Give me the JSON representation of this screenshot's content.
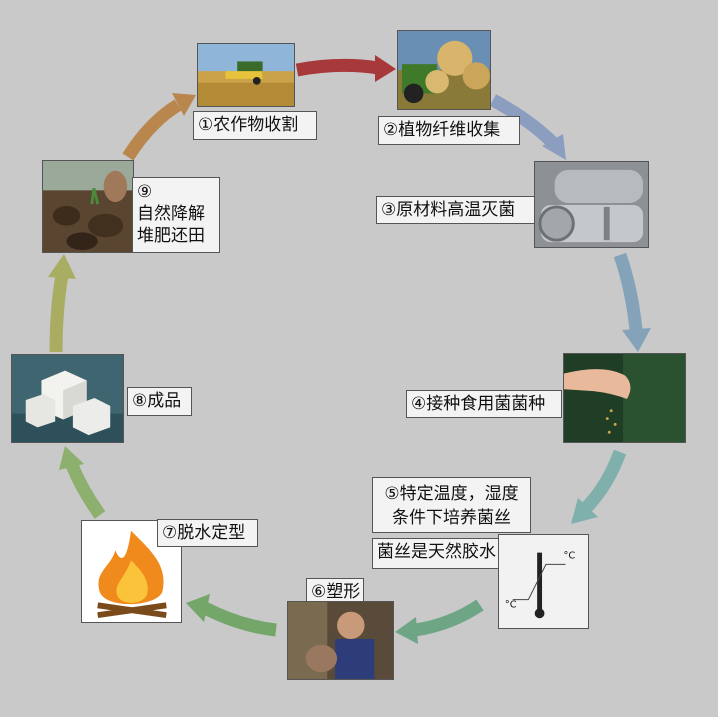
{
  "steps": {
    "s1": "①农作物收割",
    "s2": "②植物纤维收集",
    "s3": "③原材料高温灭菌",
    "s4": "④接种食用菌菌种",
    "s5_line1": "⑤特定温度，湿度",
    "s5_line2": "条件下培养菌丝",
    "s5_note": "菌丝是天然胶水",
    "s6": "⑥塑形",
    "s7": "⑦脱水定型",
    "s8": "⑧成品",
    "s9_num": "⑨",
    "s9_line1": "自然降解",
    "s9_line2": "堆肥还田"
  },
  "thermometer": {
    "unit1": "°C",
    "unit2": "°C"
  },
  "colors": {
    "background": "#c9c9c9",
    "arrow_harvest": "#a8393a",
    "arrow_collect": "#8c9ec0",
    "arrow_sterilize": "#85a3b8",
    "arrow_inoculate": "#7fb0ab",
    "arrow_culture": "#6ea685",
    "arrow_shape": "#74a66a",
    "arrow_dry": "#8db06f",
    "arrow_product": "#a8ad62",
    "arrow_compost": "#b9864e"
  }
}
